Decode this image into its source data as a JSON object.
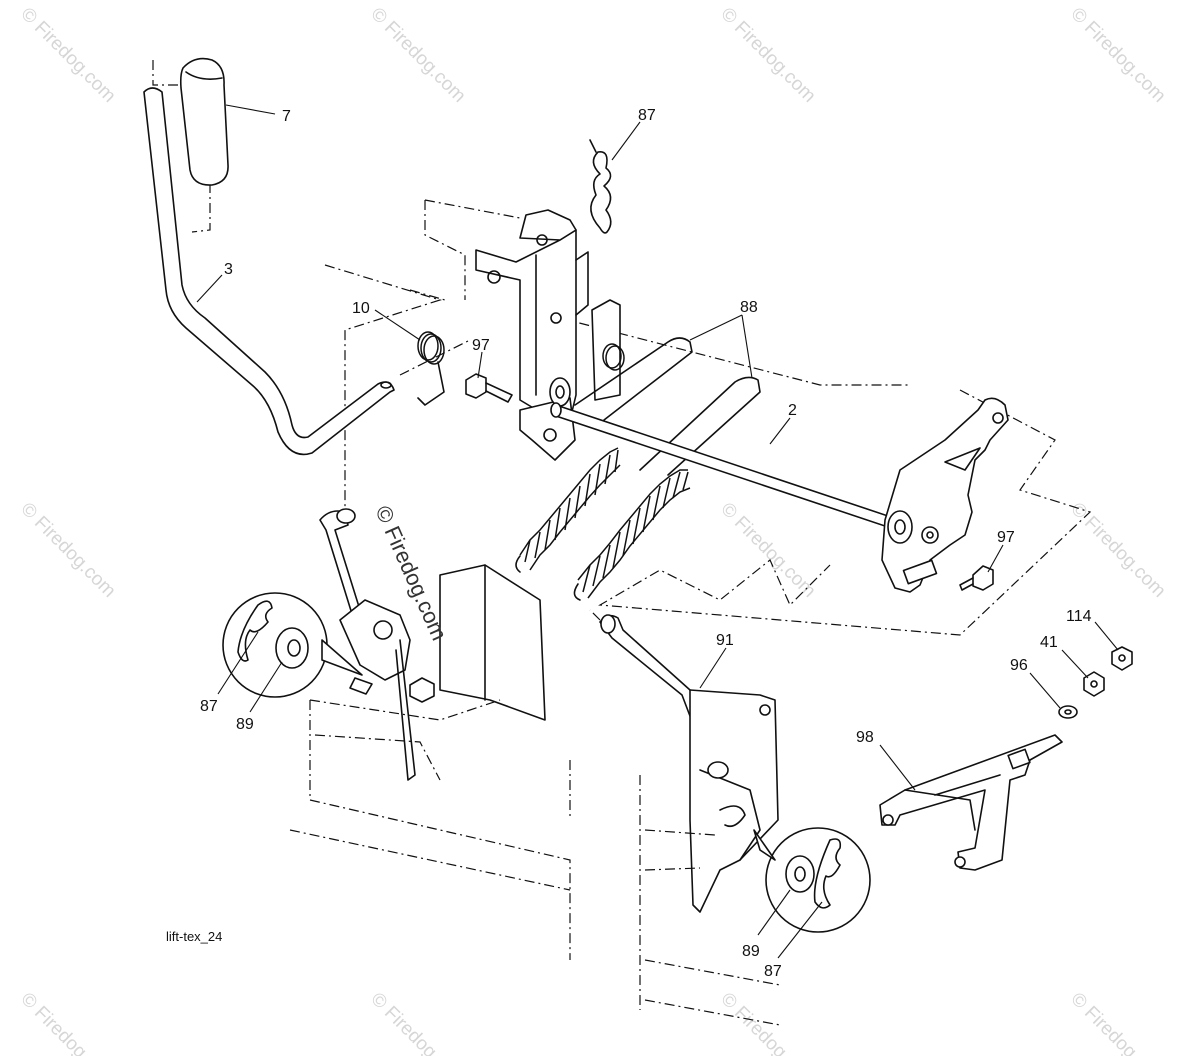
{
  "diagram": {
    "id_label": "lift-tex_24",
    "center_watermark": "© Firedog.com",
    "watermark_text": "© Firedog.com",
    "callouts": [
      {
        "key": "grip",
        "label": "7"
      },
      {
        "key": "lever",
        "label": "3"
      },
      {
        "key": "spring_small",
        "label": "10"
      },
      {
        "key": "bolt_upper",
        "label": "97"
      },
      {
        "key": "clip_top",
        "label": "87"
      },
      {
        "key": "link_wire",
        "label": "88"
      },
      {
        "key": "shaft",
        "label": "2"
      },
      {
        "key": "bolt_right",
        "label": "97"
      },
      {
        "key": "nut_114",
        "label": "114"
      },
      {
        "key": "nut_41",
        "label": "41"
      },
      {
        "key": "washer_96",
        "label": "96"
      },
      {
        "key": "bracket_98",
        "label": "98"
      },
      {
        "key": "rod_91",
        "label": "91"
      },
      {
        "key": "clip_left",
        "label": "87"
      },
      {
        "key": "washer_left",
        "label": "89"
      },
      {
        "key": "washer_right",
        "label": "89"
      },
      {
        "key": "clip_right",
        "label": "87"
      }
    ]
  },
  "colors": {
    "line": "#111111",
    "watermark": "#d6d6d6",
    "background": "#ffffff"
  }
}
